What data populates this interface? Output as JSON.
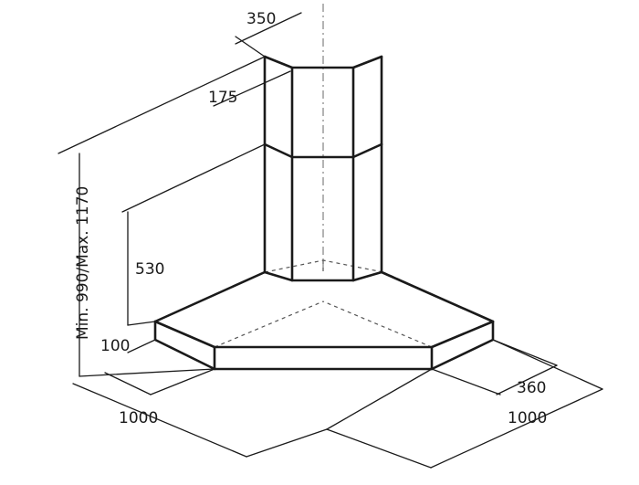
{
  "dimensions": {
    "chimney_depth": "350",
    "chimney_side": "175",
    "height_range": "Min. 990/Max. 1170",
    "upper_height": "530",
    "canopy_height": "100",
    "front_depth": "360",
    "width_left": "1000",
    "width_right": "1000"
  }
}
